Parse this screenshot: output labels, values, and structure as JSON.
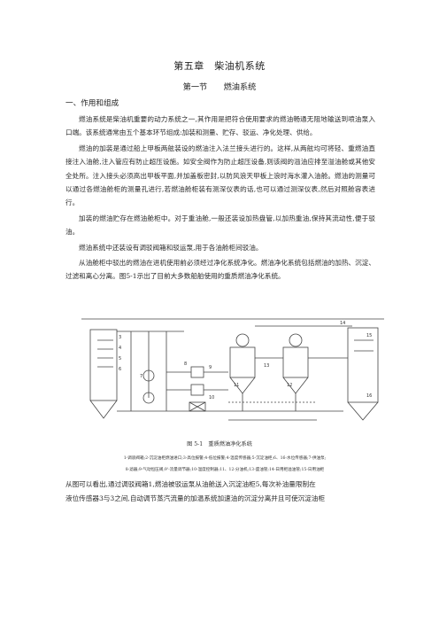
{
  "chapter_title": "第五章　柴油机系统",
  "section_title": "第一节　　燃油系统",
  "heading": "一、作用和组成",
  "paragraphs": [
    "燃油系统是柴油机重要的动力系统之一,其作用是把符合使用要求的燃油畅通无阻地输送到喷油泵入口端。该系统通常由五个基本环节组成:加装和测量、贮存、驳运、净化处理、供给。",
    "燃油的加装是通过船上甲板两舷装设的燃油注入法兰接头进行的。这样,从两舷均可将轻、重燃油直接注入油舱,注入管应有防止超压设施。如安全阀作为防止超压设备,则该阀的溢油应排至溢油舱或其他安全处所。注入接头必须高出甲板平面,并加盖板密封,以防风浪天甲板上浪时海水灌入油舱。燃油的测量可以通过各燃油舱柜的测量孔进行,若燃油舱柜装有测深仪表的话,也可以通过测深仪表,然后对照舱容表进行。",
    "加装的燃油贮存在燃油舱柜中。对于重油舱,一般还装设加热盘管,以加热重油,保持其流动性,便于驳油。",
    "燃油系统中还装设有调驳阀箱和驳运泵,用于各油舱柜间驳油。",
    "从油舱柜中驳出的燃油在进机使用前必须经过净化系统净化。燃油净化系统包括燃油的加热、沉淀、过滤和离心分离。图5-1示出了目前大多数船舶使用的重质燃油净化系统。"
  ],
  "figure": {
    "caption": "图 5-1　重质燃油净化系统",
    "legend_line1": "1-调驳阀箱;2-沉淀油柜燃油进口;3-高位报警;4-低位报警;4-温度传感器;5-沉淀油柜;6、16-水位传感器;7-供油泵;",
    "legend_line2": "8-滤器;9-气动恒压阀;9'-流量调节器;10-温度控制器;11、12-分油机;13-盛油管;14-日用柜溢油管;15-日用油柜",
    "labels": [
      "3",
      "4",
      "5",
      "6",
      "7",
      "8",
      "9",
      "10",
      "11",
      "12",
      "13",
      "14",
      "15",
      "16"
    ]
  },
  "bottom_text": [
    "从图可以看出,通过调驳阀箱1,燃油被驳运泵从油舱送入沉淀油柜5,每次补油量限制在",
    "液位传感器3与3之间,自动调节蒸汽流量的加温系统加速油的沉淀分离并且可使沉淀油柜"
  ]
}
